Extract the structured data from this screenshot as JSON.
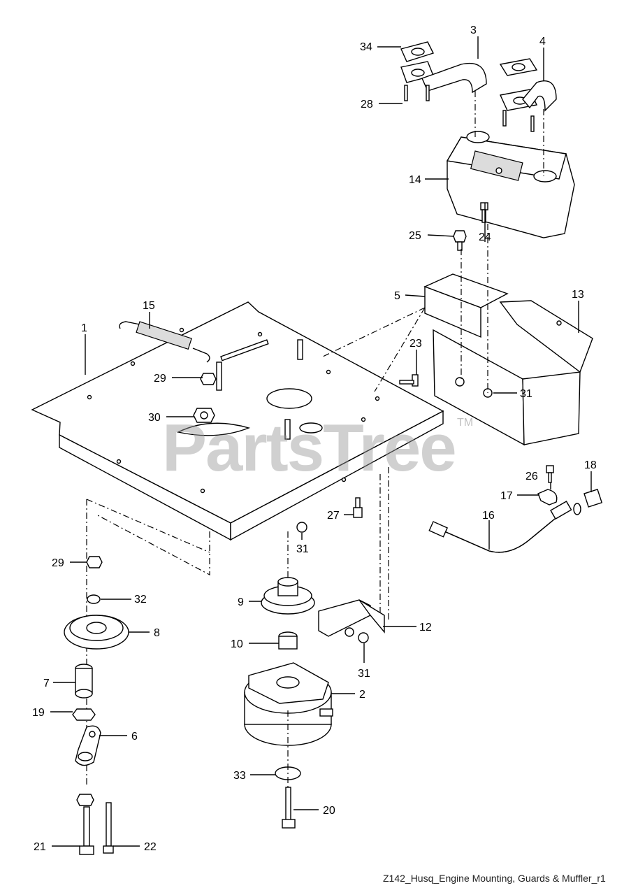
{
  "watermark": {
    "text": "PartsTree",
    "tm": "TM"
  },
  "caption": "Z142_Husq_Engine Mounting, Guards & Muffler_r1",
  "callouts": [
    {
      "id": "3",
      "text": "3"
    },
    {
      "id": "4",
      "text": "4"
    },
    {
      "id": "34",
      "text": "34"
    },
    {
      "id": "28",
      "text": "28"
    },
    {
      "id": "14",
      "text": "14"
    },
    {
      "id": "25",
      "text": "25"
    },
    {
      "id": "24",
      "text": "24"
    },
    {
      "id": "5",
      "text": "5"
    },
    {
      "id": "13",
      "text": "13"
    },
    {
      "id": "15",
      "text": "15"
    },
    {
      "id": "1",
      "text": "1"
    },
    {
      "id": "23",
      "text": "23"
    },
    {
      "id": "29a",
      "text": "29"
    },
    {
      "id": "31a",
      "text": "31"
    },
    {
      "id": "30",
      "text": "30"
    },
    {
      "id": "18",
      "text": "18"
    },
    {
      "id": "26",
      "text": "26"
    },
    {
      "id": "17",
      "text": "17"
    },
    {
      "id": "16",
      "text": "16"
    },
    {
      "id": "27",
      "text": "27"
    },
    {
      "id": "31b",
      "text": "31"
    },
    {
      "id": "29b",
      "text": "29"
    },
    {
      "id": "32",
      "text": "32"
    },
    {
      "id": "9",
      "text": "9"
    },
    {
      "id": "12",
      "text": "12"
    },
    {
      "id": "8",
      "text": "8"
    },
    {
      "id": "10",
      "text": "10"
    },
    {
      "id": "31c",
      "text": "31"
    },
    {
      "id": "7",
      "text": "7"
    },
    {
      "id": "2",
      "text": "2"
    },
    {
      "id": "19",
      "text": "19"
    },
    {
      "id": "6",
      "text": "6"
    },
    {
      "id": "33",
      "text": "33"
    },
    {
      "id": "20",
      "text": "20"
    },
    {
      "id": "21",
      "text": "21"
    },
    {
      "id": "22",
      "text": "22"
    }
  ]
}
